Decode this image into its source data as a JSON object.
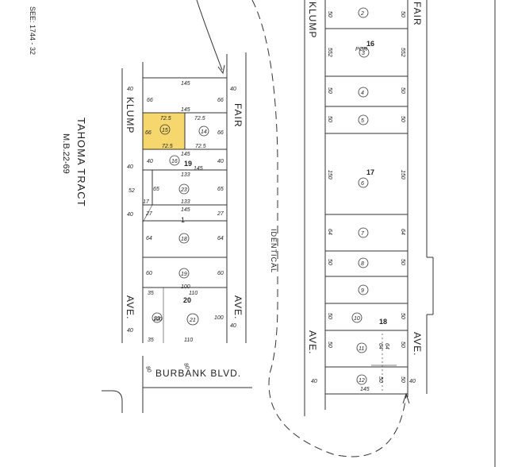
{
  "header": {
    "ref_note": "SEE: 1744 - 32"
  },
  "tract": {
    "name": "TAHOMA  TRACT",
    "book": "M.B.22-69"
  },
  "streets": {
    "klump_left": "KLUMP",
    "fair_mid": "FAIR",
    "klump_right": "KLUMP",
    "fair_right": "FAIR",
    "ave_left": "AVE.",
    "ave_mid": "AVE.",
    "ave_right_left": "AVE.",
    "ave_right_right": "AVE.",
    "burbank": "BURBANK  BLVD.",
    "identical": "IDENTICAL"
  },
  "left_block": {
    "block_numbers": [
      "19",
      "20"
    ],
    "parcels": [
      "15",
      "14",
      "16",
      "23",
      "18",
      "19",
      "21",
      "22"
    ],
    "highlight_color": "#f5d76e",
    "street_widths": [
      "40",
      "40",
      "40",
      "40",
      "40",
      "40"
    ],
    "dims": [
      "145",
      "145",
      "72.5",
      "72.5",
      "72.5",
      "72.5",
      "145",
      "133",
      "145",
      "133",
      "145",
      "66",
      "66",
      "66",
      "66",
      "40",
      "40",
      "52",
      "65",
      "65",
      "27",
      "27",
      "17",
      "64",
      "64",
      "60",
      "60",
      "35",
      "35",
      "110",
      "110",
      "100",
      "100",
      "100",
      "80",
      "80",
      "1"
    ]
  },
  "right_block": {
    "block_numbers": [
      "16",
      "17",
      "18"
    ],
    "parcels": [
      "2",
      "3",
      "4",
      "5",
      "6",
      "7",
      "8",
      "9",
      "10",
      "11",
      "12"
    ],
    "por_label": "POR",
    "dims_left": [
      "50",
      "552",
      "50",
      "50",
      "150",
      "64",
      "50",
      "50",
      "50",
      "40"
    ],
    "dims_right": [
      "50",
      "552",
      "50",
      "50",
      "150",
      "64",
      "50",
      "50",
      "50",
      "50"
    ],
    "inner_dims": [
      "64",
      "64",
      "50",
      "145"
    ],
    "street_widths": [
      "40"
    ]
  }
}
